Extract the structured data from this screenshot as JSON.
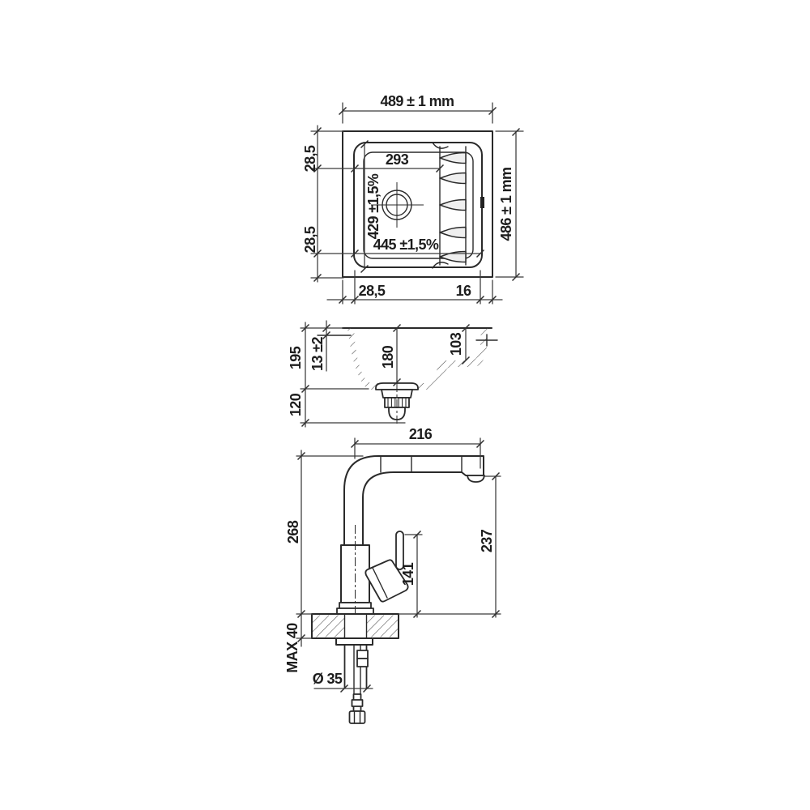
{
  "title": "Sink and pull-out faucet dimensional drawing",
  "colors": {
    "line": "#2a2a2a",
    "dim": "#3a3a3a",
    "background": "#ffffff"
  },
  "top_view": {
    "overall_width": "489 ± 1 mm",
    "overall_depth": "486 ± 1 mm",
    "bowl_width": "293",
    "bowl_depth": "429 ±1,5%",
    "cutout_width": "445 ±1,5%",
    "edge_margin_upper": "28,5",
    "edge_margin_lower": "28,5",
    "edge_margin_left": "28,5",
    "edge_margin_right": "16"
  },
  "section_view": {
    "total_depth": "195",
    "rim_lip": "13 ±2",
    "bowl_depth": "180",
    "drainer_depth": "103",
    "underside_height": "120"
  },
  "faucet_view": {
    "spout_reach": "216",
    "total_height": "268",
    "spout_height": "237",
    "handle_height": "141",
    "max_deck_thickness": "MAX 40",
    "hole_diameter": "Ø 35"
  }
}
